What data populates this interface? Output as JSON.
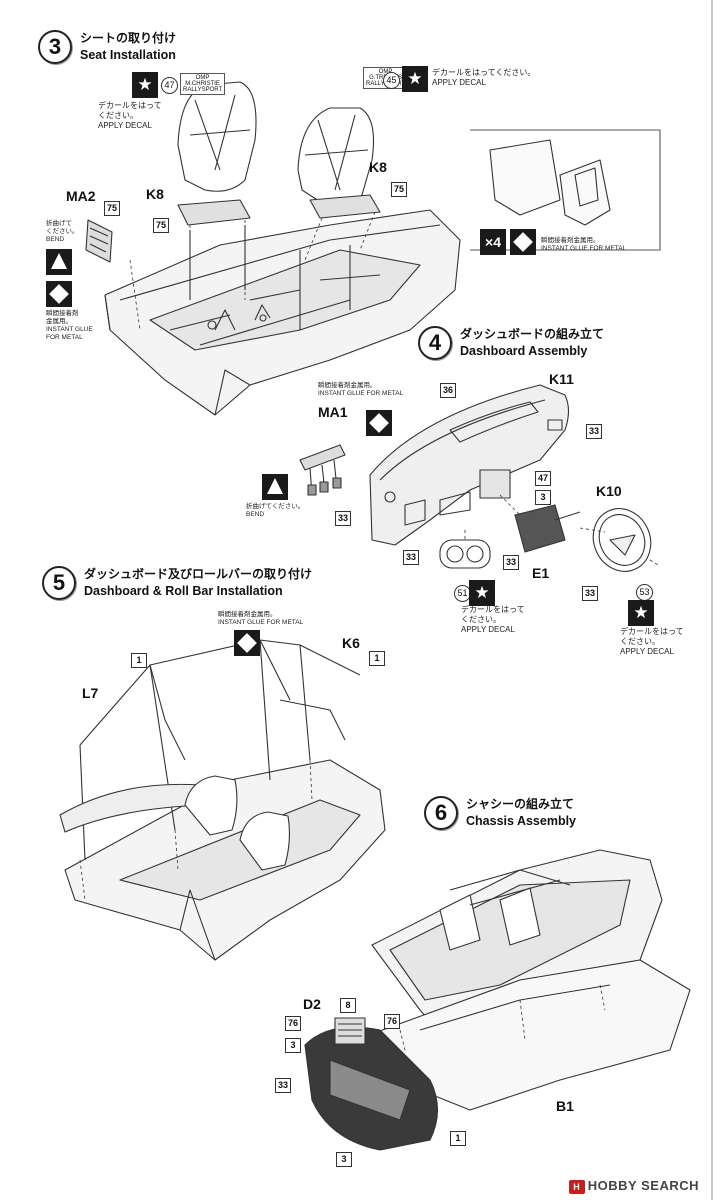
{
  "steps": [
    {
      "number": "3",
      "jp": "シートの取り付け",
      "en": "Seat Installation"
    },
    {
      "number": "4",
      "jp": "ダッシュボードの組み立て",
      "en": "Dashboard Assembly"
    },
    {
      "number": "5",
      "jp": "ダッシュボード及びロールバーの取り付け",
      "en": "Dashboard & Roll Bar Installation"
    },
    {
      "number": "6",
      "jp": "シャシーの組み立て",
      "en": "Chassis Assembly"
    }
  ],
  "notes": {
    "apply_decal_jp": "デカールをはって",
    "apply_decal_jp2": "ください。",
    "apply_decal_jp_oneline": "デカールをはってください。",
    "apply_decal_en": "APPLY DECAL",
    "bend_jp": "折曲げて",
    "bend_jp2": "ください。",
    "bend_jp_oneline": "折曲げてください。",
    "bend_en": "BEND",
    "glue_jp": "瞬間接着剤",
    "glue_jp2": "金属用。",
    "glue_jp_oneline": "瞬間接着剤金属用。",
    "glue_en": "INSTANT GLUE",
    "glue_en2": "FOR METAL",
    "glue_en_oneline": "INSTANT GLUE FOR METAL",
    "x4": "×4"
  },
  "decal_stickers": {
    "left": [
      "OMP",
      "M.CHRISTIE",
      "RALLYSPORT"
    ],
    "right": [
      "OMP",
      "G.TRELLES",
      "RALLYSPORT"
    ]
  },
  "labels": {
    "k8_left": "K8",
    "k8_right": "K8",
    "ma2": "MA2",
    "ma1": "MA1",
    "k11": "K11",
    "k10": "K10",
    "e1": "E1",
    "k6": "K6",
    "l7": "L7",
    "d2": "D2",
    "b1": "B1"
  },
  "part_numbers": {
    "s3_decal_47": "47",
    "s3_decal_45": "45",
    "s3_k8_left_75": "75",
    "s3_k8_right_75": "75",
    "s3_ma2_75": "75",
    "s4_36": "36",
    "s4_33_right": "33",
    "s4_47": "47",
    "s4_3": "3",
    "s4_33_ma1": "33",
    "s4_33_lower": "33",
    "s4_33_e1": "33",
    "s4_51": "51",
    "s4_53": "53",
    "s4_33_k10": "33",
    "s5_1_left": "1",
    "s5_1_right": "1",
    "s6_8": "8",
    "s6_76_left": "76",
    "s6_76_right": "76",
    "s6_3_left": "3",
    "s6_33": "33",
    "s6_1": "1",
    "s6_3_bottom": "3"
  },
  "watermark": {
    "logo": "H",
    "text": "HOBBY SEARCH"
  }
}
